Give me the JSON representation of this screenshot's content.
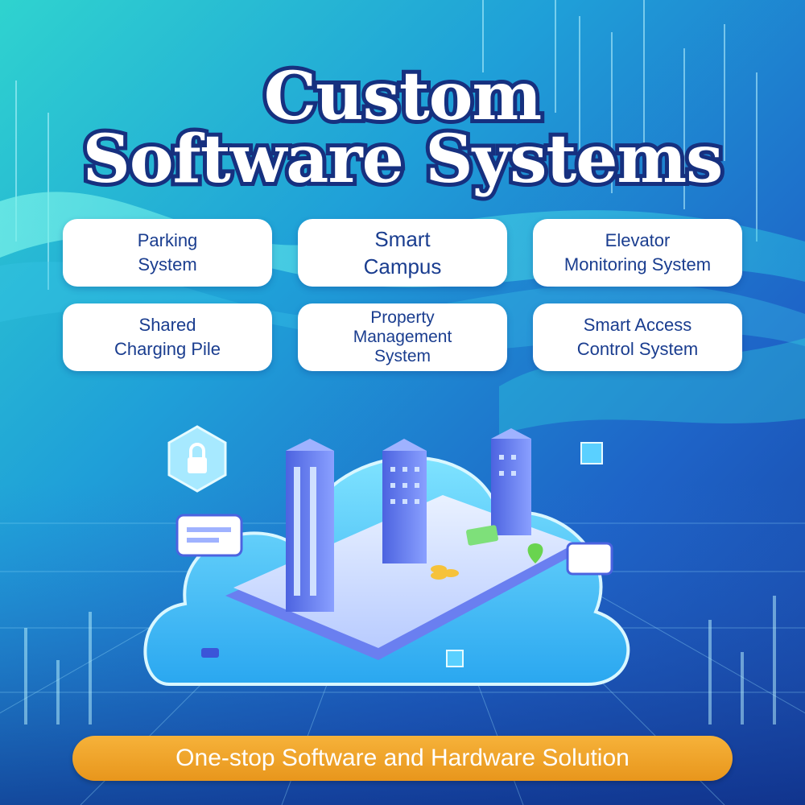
{
  "title": {
    "line1": "Custom",
    "line2": "Software Systems"
  },
  "cards": [
    {
      "label": "Parking\nSystem"
    },
    {
      "label": "Smart\nCampus"
    },
    {
      "label": "Elevator\nMonitoring System"
    },
    {
      "label": "Shared\nCharging Pile"
    },
    {
      "label": "Property\nManagement\nSystem"
    },
    {
      "label": "Smart Access\nControl System"
    }
  ],
  "banner": {
    "text": "One-stop Software and Hardware Solution"
  },
  "colors": {
    "title_stroke": "#16307f",
    "card_text": "#1a3d8f",
    "banner": "#e8961c"
  },
  "icons": [
    "lock-icon",
    "cloud-icon",
    "chat-bubble-icon",
    "map-pin-icon",
    "cube-icon",
    "coin-icon",
    "card-icon",
    "car-icon"
  ]
}
